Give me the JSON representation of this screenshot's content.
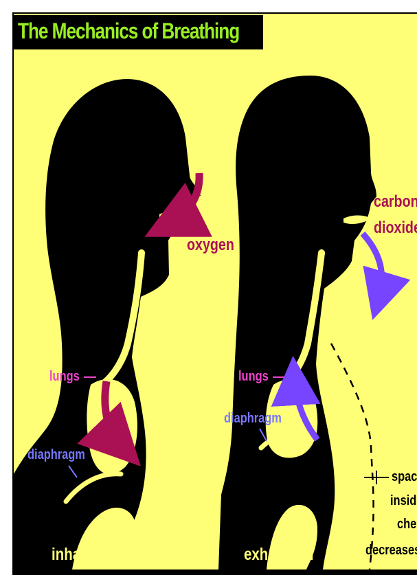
{
  "title": "The Mechanics of Breathing",
  "labels": {
    "oxygen": "oxygen",
    "carbon_dioxide_line1": "carbon",
    "carbon_dioxide_line2": "dioxide",
    "lungs": "lungs",
    "diaphragm": "diaphragm",
    "inhalation": "inhalation",
    "exhalation": "exhalation"
  },
  "chest_note": [
    "space",
    "inside",
    "chest",
    "decreases"
  ],
  "colors": {
    "background": "#ffff77",
    "silhouette": "#000000",
    "title_text": "#99ee22",
    "oxygen_arrow": "#aa1155",
    "co2_arrow": "#7744ff",
    "lungs_label": "#ee44cc",
    "diaphragm_label": "#7777ff"
  }
}
